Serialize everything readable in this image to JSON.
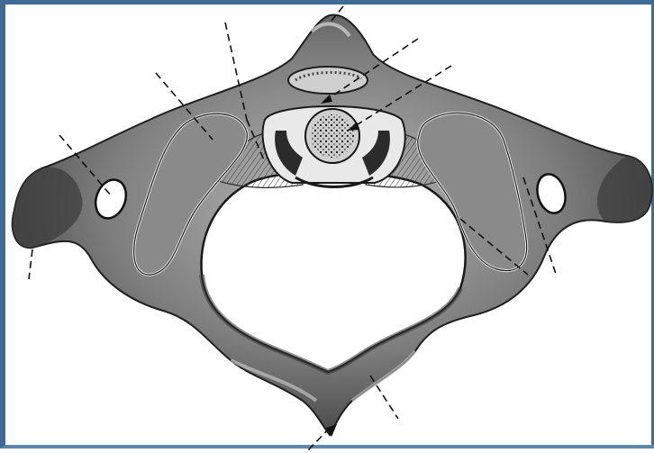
{
  "figure": {
    "subject": "atlas-vertebra-superior-view",
    "style": "monochrome-engraving",
    "colors": {
      "frame": "#3f6a93",
      "bone_dark": "#2e2e2e",
      "bone_mid": "#6a6a6a",
      "bone_light": "#a9a9a9",
      "highlight": "#d9d9d9",
      "background": "#ffffff"
    },
    "leader_lines": [
      "anterior-tubercle",
      "anterior-arch-upper",
      "transverse-ligament",
      "dens",
      "superior-articular-facet-left",
      "transverse-foramen-left",
      "transverse-process-left",
      "lateral-mass-right",
      "transverse-foramen-right",
      "posterior-arch",
      "posterior-tubercle"
    ]
  }
}
